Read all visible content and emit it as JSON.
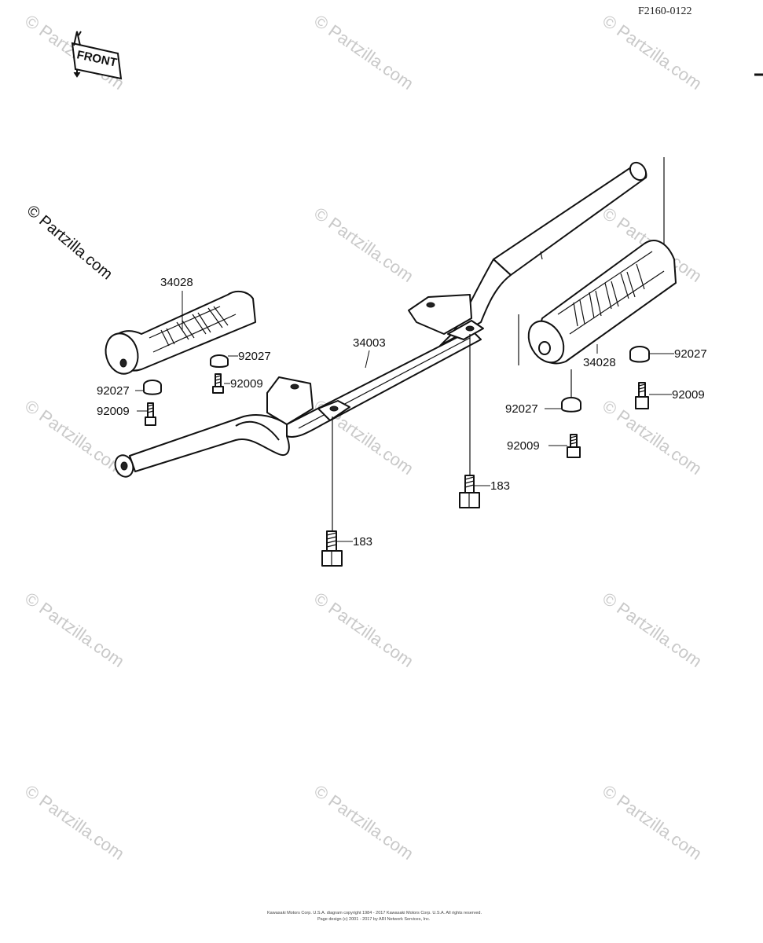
{
  "diagram": {
    "code": "F2160-0122",
    "front_label": "FRONT",
    "watermark": "© Partzilla.com",
    "copyright_lines": [
      "Kawasaki Motors Corp. U.S.A. diagram copyright 1984 - 2017 Kawasaki Motors Corp. U.S.A. All rights reserved.",
      "Page design (c) 2001 - 2017 by ARI Network Services, Inc."
    ]
  },
  "parts": {
    "footrest_bar": "34003",
    "left_rubber": "34028",
    "right_rubber": "34028",
    "left_upper_bushing": "92027",
    "left_upper_bolt": "92009",
    "left_lower_bushing": "92027",
    "left_lower_bolt": "92009",
    "right_upper_bushing": "92027",
    "right_upper_bolt": "92009",
    "right_lower_bushing": "92027",
    "right_lower_bolt": "92009",
    "center_bolt": "183",
    "left_bolt": "183"
  }
}
